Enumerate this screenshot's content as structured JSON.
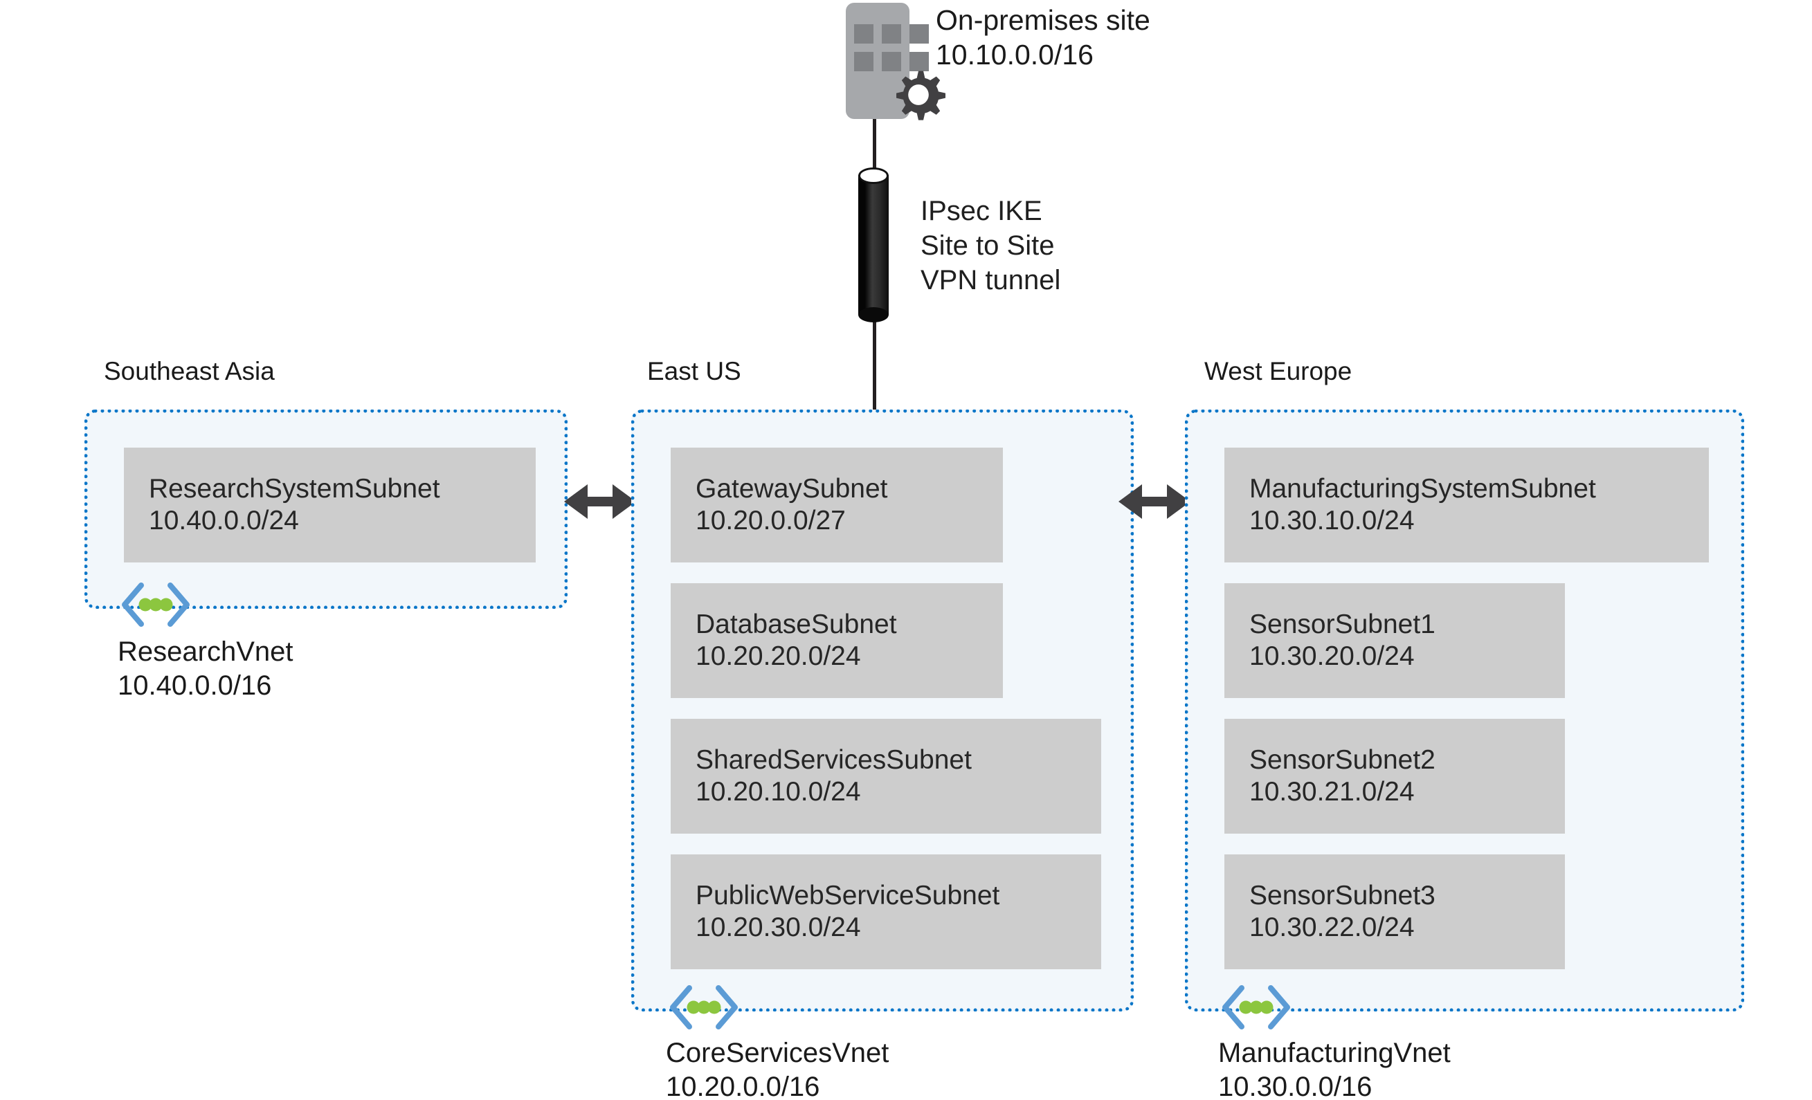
{
  "onprem": {
    "icon": "on-premises-building-icon",
    "name": "On-premises site",
    "cidr": "10.10.0.0/16"
  },
  "tunnel": {
    "icon": "vpn-tunnel-cylinder-icon",
    "line1": "IPsec IKE",
    "line2": "Site to Site",
    "line3": "VPN tunnel"
  },
  "peering_arrows": {
    "left": "peering-arrow-southeast-asia-east-us",
    "right": "peering-arrow-east-us-west-europe"
  },
  "colors": {
    "vnet_border": "#0b76c8",
    "vnet_fill": "#f2f7fb",
    "subnet_fill": "#cdcdcd",
    "subnet_text": "#262626",
    "chevron_blue": "#5b9bd5",
    "dot_green": "#8cc63f",
    "building_gray": "#a6a8ab",
    "gear_gray": "#414042",
    "arrow_dark": "#414042",
    "line_black": "#231f20"
  },
  "regions": [
    {
      "id": "southeast-asia",
      "label": "Southeast Asia",
      "vnet_name": "ResearchVnet",
      "vnet_cidr": "10.40.0.0/16",
      "subnets": [
        {
          "name": "ResearchSystemSubnet",
          "cidr": "10.40.0.0/24"
        }
      ]
    },
    {
      "id": "east-us",
      "label": "East US",
      "vnet_name": "CoreServicesVnet",
      "vnet_cidr": "10.20.0.0/16",
      "subnets": [
        {
          "name": "GatewaySubnet",
          "cidr": "10.20.0.0/27"
        },
        {
          "name": "DatabaseSubnet",
          "cidr": "10.20.20.0/24"
        },
        {
          "name": "SharedServicesSubnet",
          "cidr": "10.20.10.0/24"
        },
        {
          "name": "PublicWebServiceSubnet",
          "cidr": "10.20.30.0/24"
        }
      ]
    },
    {
      "id": "west-europe",
      "label": "West Europe",
      "vnet_name": "ManufacturingVnet",
      "vnet_cidr": "10.30.0.0/16",
      "subnets": [
        {
          "name": "ManufacturingSystemSubnet",
          "cidr": "10.30.10.0/24"
        },
        {
          "name": "SensorSubnet1",
          "cidr": "10.30.20.0/24"
        },
        {
          "name": "SensorSubnet2",
          "cidr": "10.30.21.0/24"
        },
        {
          "name": "SensorSubnet3",
          "cidr": "10.30.22.0/24"
        }
      ]
    }
  ]
}
